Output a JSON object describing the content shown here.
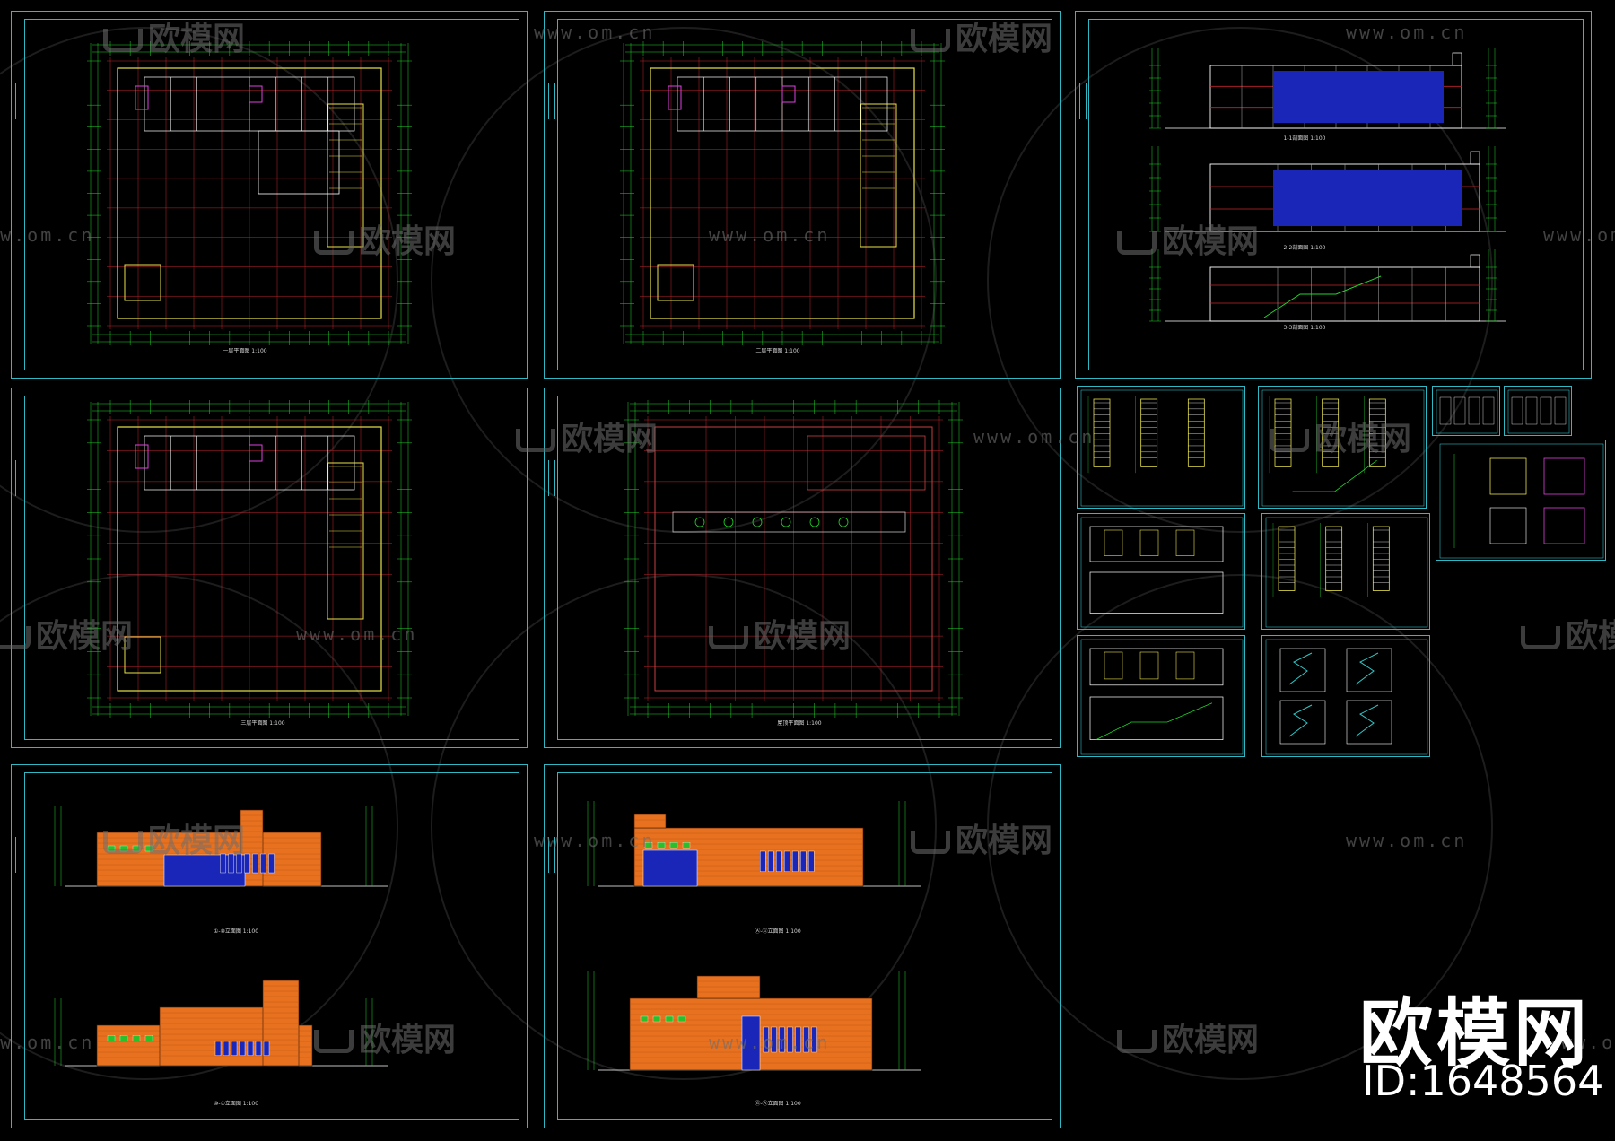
{
  "sheets": {
    "plan1": {
      "caption": "一层平面图  1:100"
    },
    "plan2": {
      "caption": "二层平面图  1:100"
    },
    "plan3": {
      "caption": "三层平面图  1:100"
    },
    "roof": {
      "caption": "屋顶平面图  1:100"
    },
    "sections": {
      "captions": [
        "1-1剖面图  1:100",
        "2-2剖面图  1:100",
        "3-3剖面图  1:100"
      ]
    },
    "elev1": {
      "captions": [
        "①-⑩立面图  1:100",
        "⑩-①立面图  1:100"
      ]
    },
    "elev2": {
      "captions": [
        "Ⓐ-Ⓖ立面图  1:100",
        "Ⓖ-Ⓐ立面图  1:100"
      ]
    }
  },
  "watermark": {
    "text": "欧模网",
    "url": "www.om.cn"
  },
  "brand": {
    "name": "欧模网",
    "id": "ID:1648564"
  },
  "colors": {
    "frame": "#2fb8c4",
    "grid": "#c0262c",
    "dim": "#22d42a",
    "wall": "#e8e24a",
    "facade": "#e8711f",
    "glass": "#1a26b8"
  }
}
